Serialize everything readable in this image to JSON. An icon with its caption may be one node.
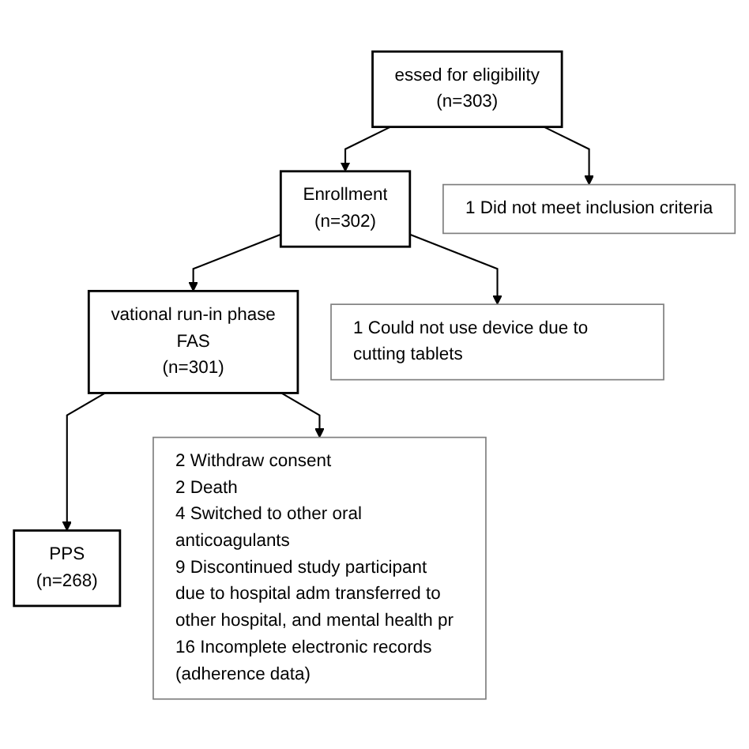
{
  "diagram": {
    "nodes": [
      {
        "text": [
          "essed for eligibility",
          "(n=303)"
        ]
      },
      {
        "text": [
          "1 Did not meet inclusion criteria"
        ]
      },
      {
        "text": [
          "Enrollment",
          "(n=302)"
        ]
      },
      {
        "text": [
          "1 Could not use device due to cutting tablets"
        ]
      },
      {
        "text": [
          "vational run-in phase",
          "FAS",
          "(n=301)"
        ]
      },
      {
        "text": [
          "2 Withdraw consent",
          "2 Death",
          "4 Switched to other oral anticoagulants",
          "9 Discontinued study participant due to hospital adm transferred to other hospital, and mental health pr",
          "16 Incomplete electronic records (adherence data)"
        ]
      },
      {
        "text": [
          "PPS",
          "(n=268)"
        ]
      }
    ],
    "edges": [
      {
        "from": 0,
        "to": 2,
        "arrow": "to"
      },
      {
        "from": 0,
        "to": 1,
        "arrow": "to"
      },
      {
        "from": 2,
        "to": 4,
        "arrow": "to"
      },
      {
        "from": 2,
        "to": 3,
        "arrow": "to"
      },
      {
        "from": 4,
        "to": 6,
        "arrow": "to"
      },
      {
        "from": 4,
        "to": 5,
        "arrow": "to"
      }
    ]
  }
}
